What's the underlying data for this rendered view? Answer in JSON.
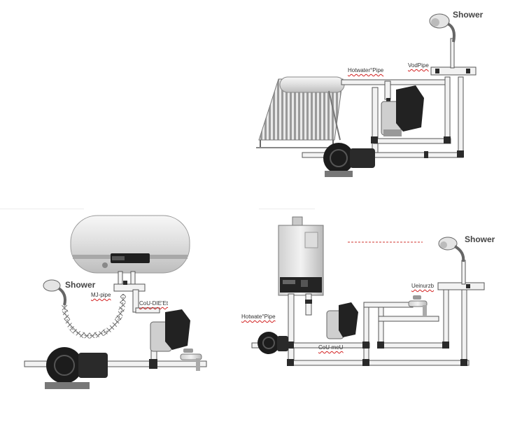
{
  "labels": {
    "shower_top_right": "Shower",
    "shower_left": "Shower",
    "shower_bottom_right": "Shower",
    "solar_pipe_label": "Hotwater°Pipe",
    "solar_pipe_label_2": "VodPipe",
    "heater_hot_label": "MJ-pipe",
    "heater_cold_label": "CoU-DIE'Et",
    "gas_hot_label": "Hotwate°Pipe",
    "gas_cold_label": "CoU-meU",
    "gas_pipe_label_right": "Ueinurzb"
  },
  "colors": {
    "pipe_fill": "#f2f2f2",
    "pipe_border": "#555555",
    "joint": "#2a2a2a",
    "accent_dash": "#d0352f"
  }
}
